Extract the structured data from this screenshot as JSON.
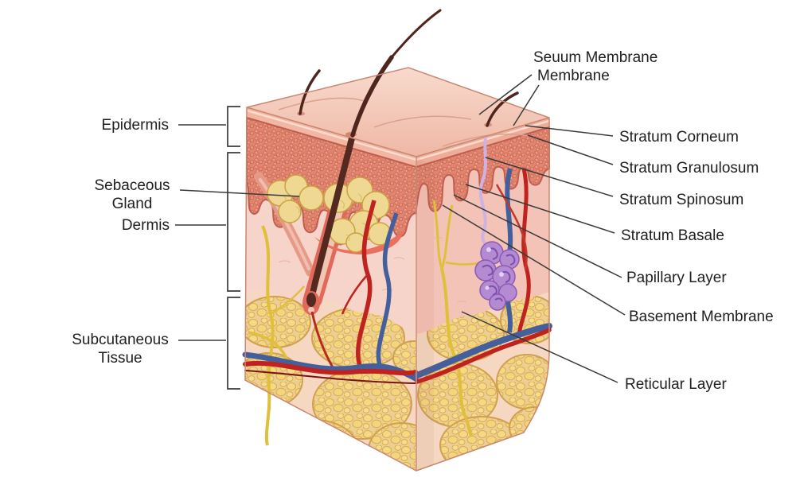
{
  "diagram": {
    "background_color": "#ffffff",
    "annotation": {
      "top": {
        "line1": "Seuum Membrane",
        "line2": "Membrane"
      },
      "left": {
        "epidermis": "Epidermis",
        "sebaceous_line1": "Sebaceous",
        "sebaceous_line2": "Gland",
        "dermis": "Dermis",
        "subcut_line1": "Subcutaneous",
        "subcut_line2": "Tissue"
      },
      "right": {
        "corneum": "Stratum Corneum",
        "granulosum": "Stratum Granulosum",
        "spinosum": "Stratum Spinosum",
        "basale": "Stratum Basale",
        "papillary": "Papillary Layer",
        "basement": "Basement Membrane",
        "reticular": "Reticular Layer"
      }
    },
    "colors": {
      "epidermis_band": "#e28570",
      "stratum_corneum_strip": "#f2b6a3",
      "dermis_left_face": "#f7d4c9",
      "dermis_right_face": "#f3c3b7",
      "fat_lobule": "#f4d87e",
      "artery": "#c0231f",
      "vein": "#44609c",
      "nerve": "#e0bf3a",
      "hair": "#4f261d",
      "sebaceous_gland": "#eed892",
      "sweat_gland": "#b48ad2",
      "leader_line": "#3a3a3a",
      "label_text": "#1f1f1f"
    }
  }
}
